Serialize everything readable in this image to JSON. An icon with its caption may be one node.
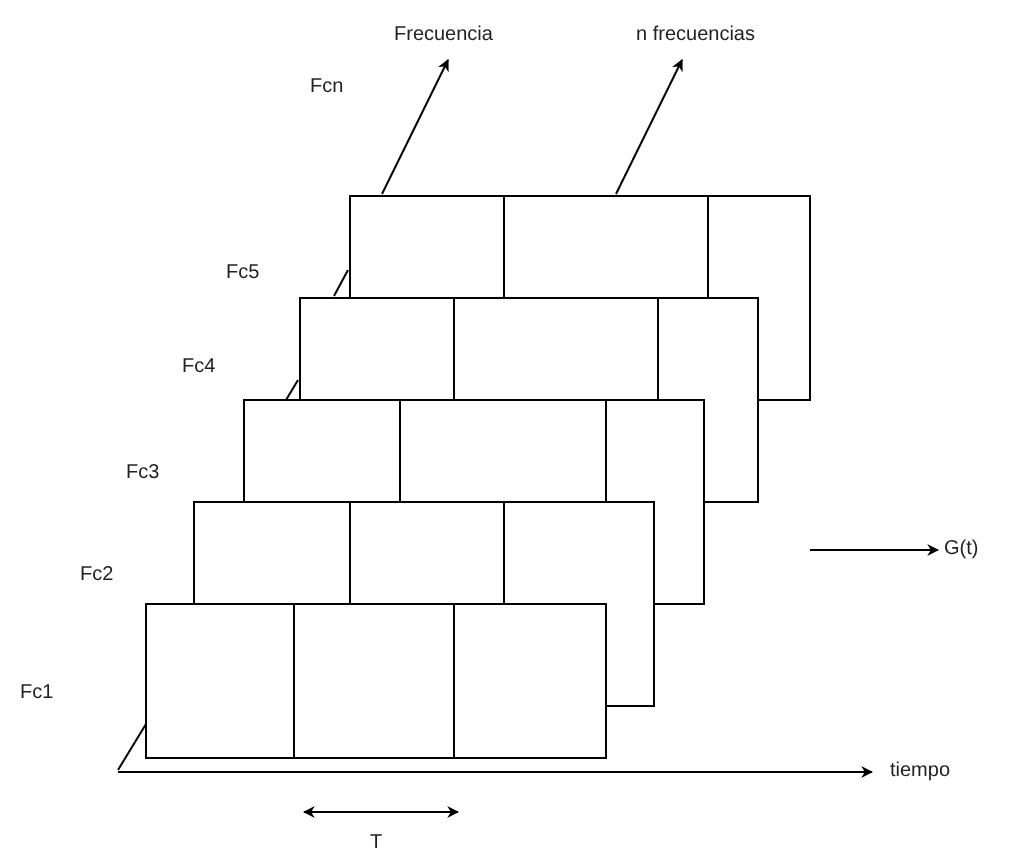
{
  "diagram": {
    "labels": [
      "Frecuencia",
      "n frecuencias",
      "Fcn",
      "Fc5",
      "Fc4",
      "Fc3",
      "Fc2",
      "Fc1",
      "G(t)",
      "tiempo",
      "T"
    ]
  }
}
